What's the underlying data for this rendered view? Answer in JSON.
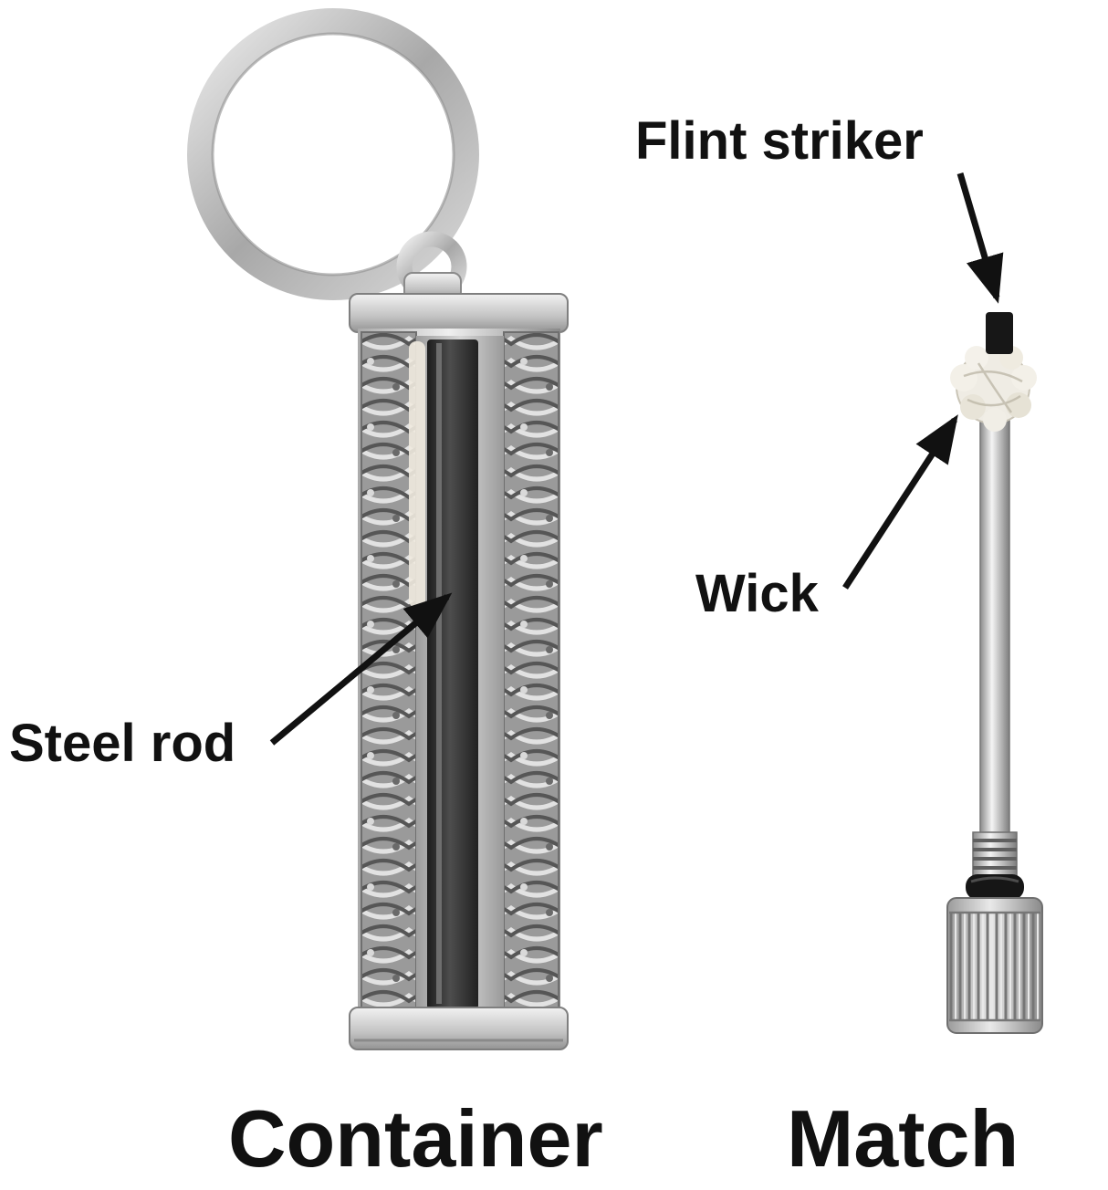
{
  "diagram": {
    "labels": {
      "flint_striker": "Flint striker",
      "wick": "Wick",
      "steel_rod": "Steel rod",
      "container": "Container",
      "match": "Match"
    },
    "colors": {
      "label_text": "#111111",
      "arrow": "#111111",
      "metal_light": "#f0f0f0",
      "metal_mid": "#b5b5b5",
      "metal_dark": "#8e8e8e",
      "steel_rod_dark": "#2a2a2a",
      "o_ring": "#161616",
      "wick_fiber": "#efece4",
      "background": "#ffffff"
    }
  }
}
